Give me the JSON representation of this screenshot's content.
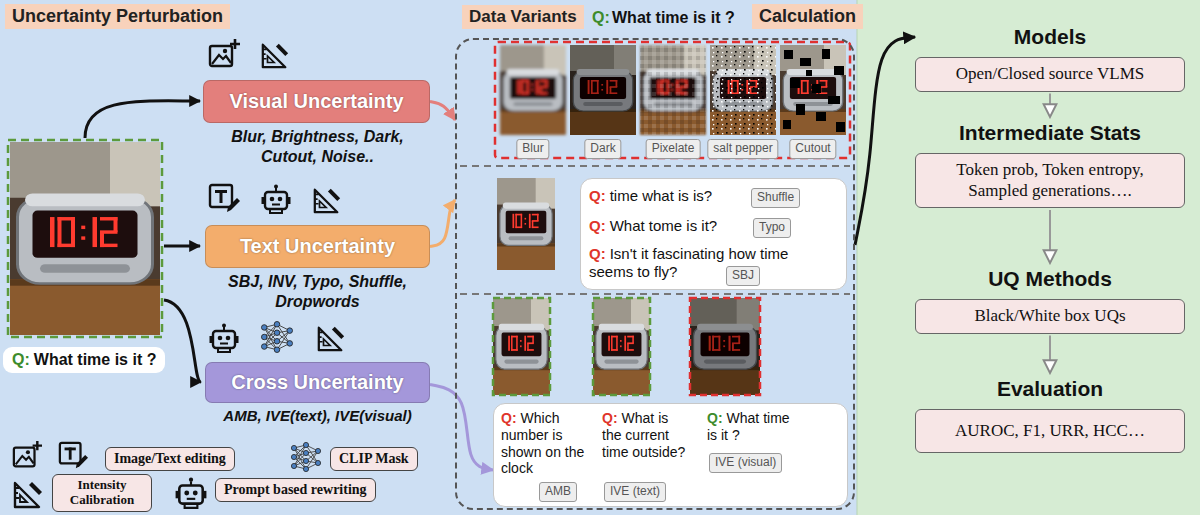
{
  "diagram": {
    "nodes": [
      {
        "text": [
          "Visual Uncertainty"
        ]
      },
      {
        "text": [
          "Text Uncertainty"
        ]
      },
      {
        "text": [
          "Cross Uncertainty"
        ]
      },
      {
        "text": [
          "Q:",
          "What time is it ?"
        ]
      },
      {
        "text": [
          "Data Variants"
        ]
      },
      {
        "text": [
          "Blur"
        ],
        "in": 4
      },
      {
        "text": [
          "Dark"
        ],
        "in": 4
      },
      {
        "text": [
          "Pixelate"
        ],
        "in": 4
      },
      {
        "text": [
          "salt pepper"
        ],
        "in": 4
      },
      {
        "text": [
          "Cutout"
        ],
        "in": 4
      },
      {
        "text": [
          "Q:",
          "time what is is?",
          "Q:",
          "What tome is it?",
          "Q:",
          "Isn't it fascinating how time seems to fly?"
        ],
        "in": 4
      },
      {
        "text": [
          "Shuffle"
        ],
        "in": 10
      },
      {
        "text": [
          "Typo"
        ],
        "in": 10
      },
      {
        "text": [
          "SBJ"
        ],
        "in": 10
      },
      {
        "text": [
          "Q:",
          "Which number is shown on the clock",
          "Q:",
          "What is the current time outside?",
          "Q:",
          "What time is it ?"
        ],
        "in": 4
      },
      {
        "text": [
          "AMB"
        ],
        "in": 14
      },
      {
        "text": [
          "IVE (text)"
        ],
        "in": 14
      },
      {
        "text": [
          "IVE (visual)"
        ],
        "in": 14
      },
      {
        "text": [
          "Models",
          "Open/Closed source VLMS"
        ]
      },
      {
        "text": [
          "Intermediate Stats",
          "Token prob, Token entropy, Sampled generations…."
        ]
      },
      {
        "text": [
          "UQ Methods",
          "Black/White box UQs"
        ]
      },
      {
        "text": [
          "Evaluation",
          "AUROC, F1, URR, HCC…"
        ]
      }
    ],
    "edges": [
      {
        "from": 0,
        "to": 4,
        "arrow": "to"
      },
      {
        "from": 1,
        "to": 4,
        "arrow": "to"
      },
      {
        "from": 2,
        "to": 14,
        "arrow": "to"
      },
      {
        "from": 4,
        "to": 18,
        "arrow": "to"
      },
      {
        "from": 18,
        "to": 19,
        "arrow": "to"
      },
      {
        "from": 19,
        "to": 20,
        "arrow": "to"
      },
      {
        "from": 20,
        "to": 21,
        "arrow": "to"
      }
    ],
    "labels": [
      "Uncertainty Perturbation",
      "Q:",
      "What time is it ?",
      "Calculation",
      "Blur, Brightness, Dark, Cutout, Noise..",
      "SBJ, INV, Typo, Shuffle, Dropwords",
      "AMB, IVE(text), IVE(visual)"
    ],
    "legend": [
      {
        "text": "Image/Text editing"
      },
      {
        "text": "CLIP Mask"
      },
      {
        "text": "Intensity Calibration"
      },
      {
        "text": "Prompt based rewriting"
      }
    ]
  }
}
